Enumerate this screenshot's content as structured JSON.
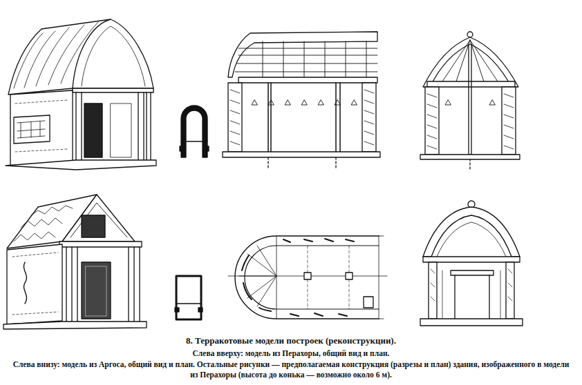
{
  "diagram": {
    "title": "8. Терракотовые модели построек (реконструкции).",
    "caption": "Слева вверху: модель из Перахоры, общий вид и план.",
    "labels": [
      "Слева внизу: модель из Аргоса, общий вид и план. Остальные рисунки — предполагаемая конструкция (разрезы и план) здания, изображенного в модели из Перахоры (высота до конька — возможно около 6 м)."
    ]
  }
}
